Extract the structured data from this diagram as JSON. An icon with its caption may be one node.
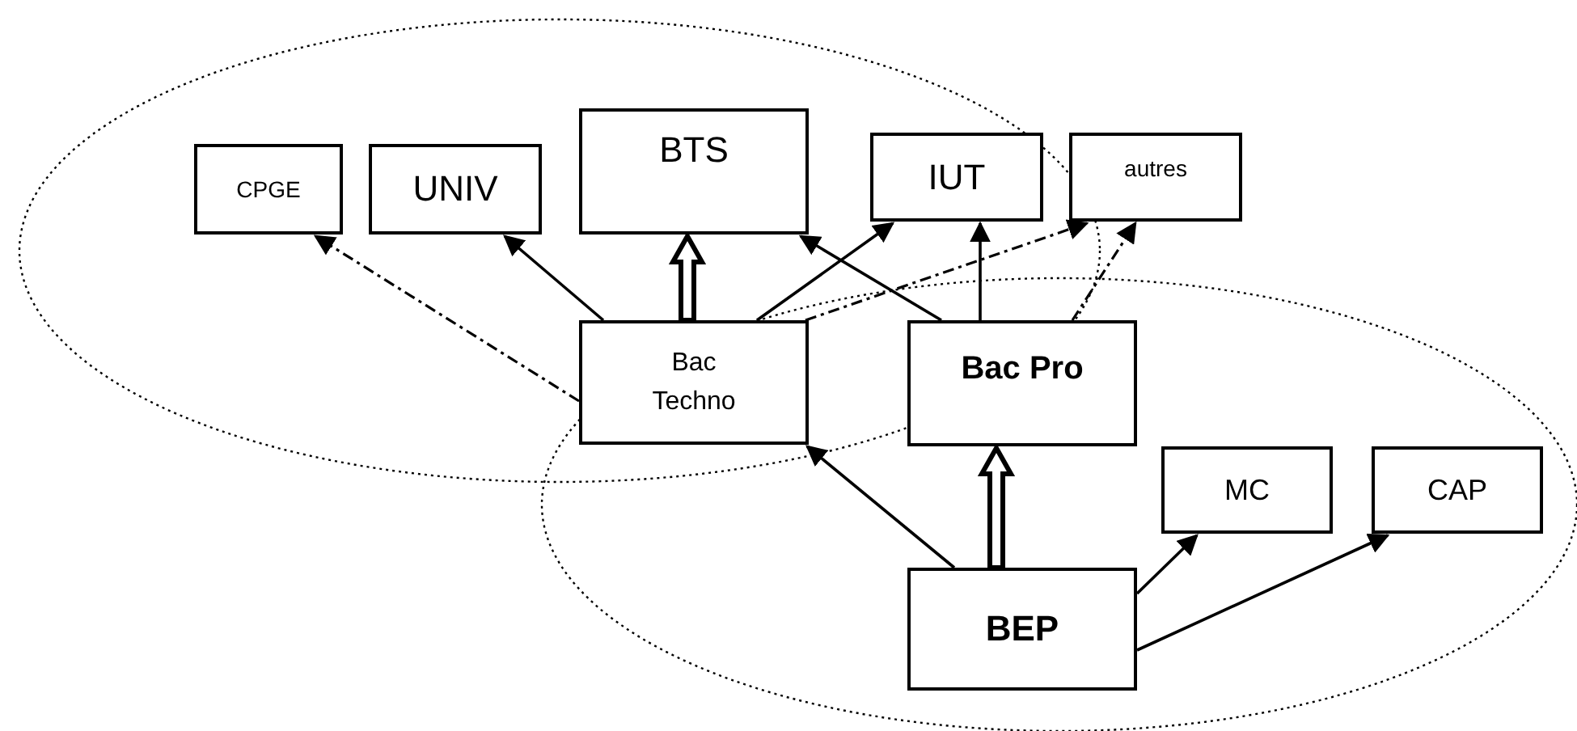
{
  "diagram": {
    "nodes": [
      {
        "text": [
          "CPGE"
        ]
      },
      {
        "text": [
          "UNIV"
        ]
      },
      {
        "text": [
          "BTS"
        ]
      },
      {
        "text": [
          "IUT"
        ]
      },
      {
        "text": [
          "autres"
        ]
      },
      {
        "text": [
          "Bac Techno"
        ]
      },
      {
        "text": [
          "Bac Pro"
        ]
      },
      {
        "text": [
          "MC"
        ]
      },
      {
        "text": [
          "CAP"
        ]
      },
      {
        "text": [
          "BEP"
        ]
      }
    ],
    "edges": [
      {
        "from": 5,
        "to": 0,
        "arrow": "to",
        "style": "dashed"
      },
      {
        "from": 5,
        "to": 1,
        "arrow": "to"
      },
      {
        "from": 5,
        "to": 2,
        "arrow": "to",
        "style": "thick"
      },
      {
        "from": 5,
        "to": 3,
        "arrow": "to"
      },
      {
        "from": 5,
        "to": 4,
        "arrow": "to",
        "style": "dashed"
      },
      {
        "from": 6,
        "to": 2,
        "arrow": "to"
      },
      {
        "from": 6,
        "to": 3,
        "arrow": "to"
      },
      {
        "from": 6,
        "to": 4,
        "arrow": "to",
        "style": "dashed"
      },
      {
        "from": 9,
        "to": 5,
        "arrow": "to"
      },
      {
        "from": 9,
        "to": 6,
        "arrow": "to",
        "style": "thick"
      },
      {
        "from": 9,
        "to": 7,
        "arrow": "to"
      },
      {
        "from": 9,
        "to": 8,
        "arrow": "to"
      }
    ]
  }
}
